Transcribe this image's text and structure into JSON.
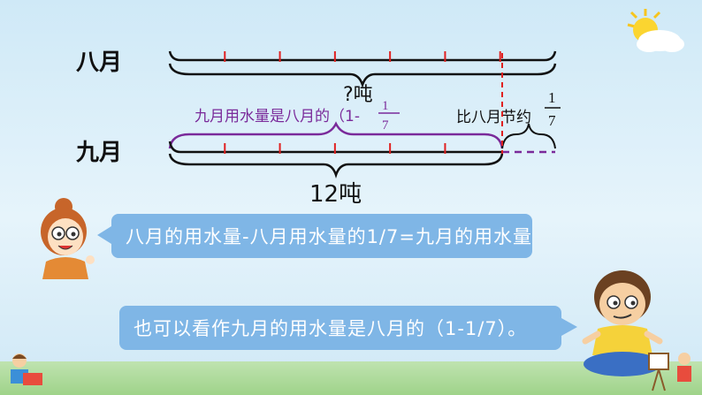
{
  "diagram": {
    "august_label": "八月",
    "september_label": "九月",
    "unknown_total": "?吨",
    "september_total": "12吨",
    "purple_text": "九月用水量是八月的（1-",
    "purple_frac_num": "1",
    "purple_frac_den": "7",
    "saving_text": "比八月节约",
    "saving_frac_num": "1",
    "saving_frac_den": "7",
    "segments": 7,
    "colors": {
      "line": "#111111",
      "tick": "#e02020",
      "purple": "#7a2a9a",
      "bubble": "#7fb6e6"
    }
  },
  "bubbles": {
    "formula": "八月的用水量-八月用水量的1/7=九月的用水量",
    "alternative": "也可以看作九月的用水量是八月的（1-1/7）。"
  }
}
